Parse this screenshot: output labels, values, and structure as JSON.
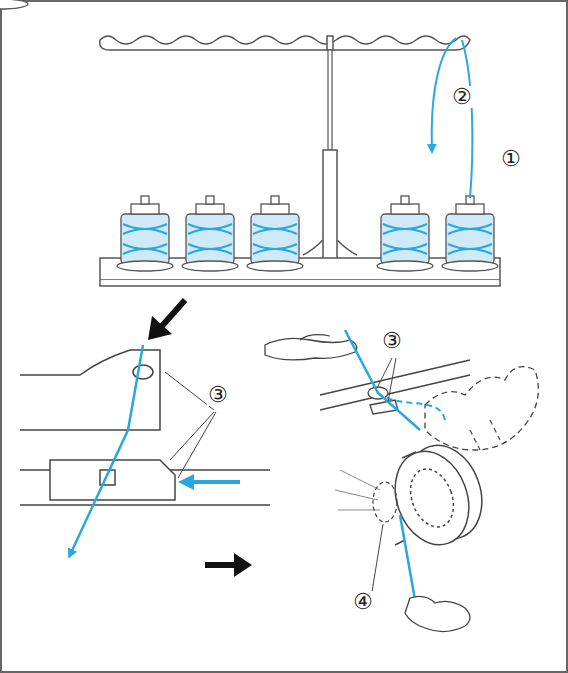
{
  "diagram": {
    "labels": [
      "①",
      "②",
      "③",
      "③",
      "④"
    ]
  }
}
